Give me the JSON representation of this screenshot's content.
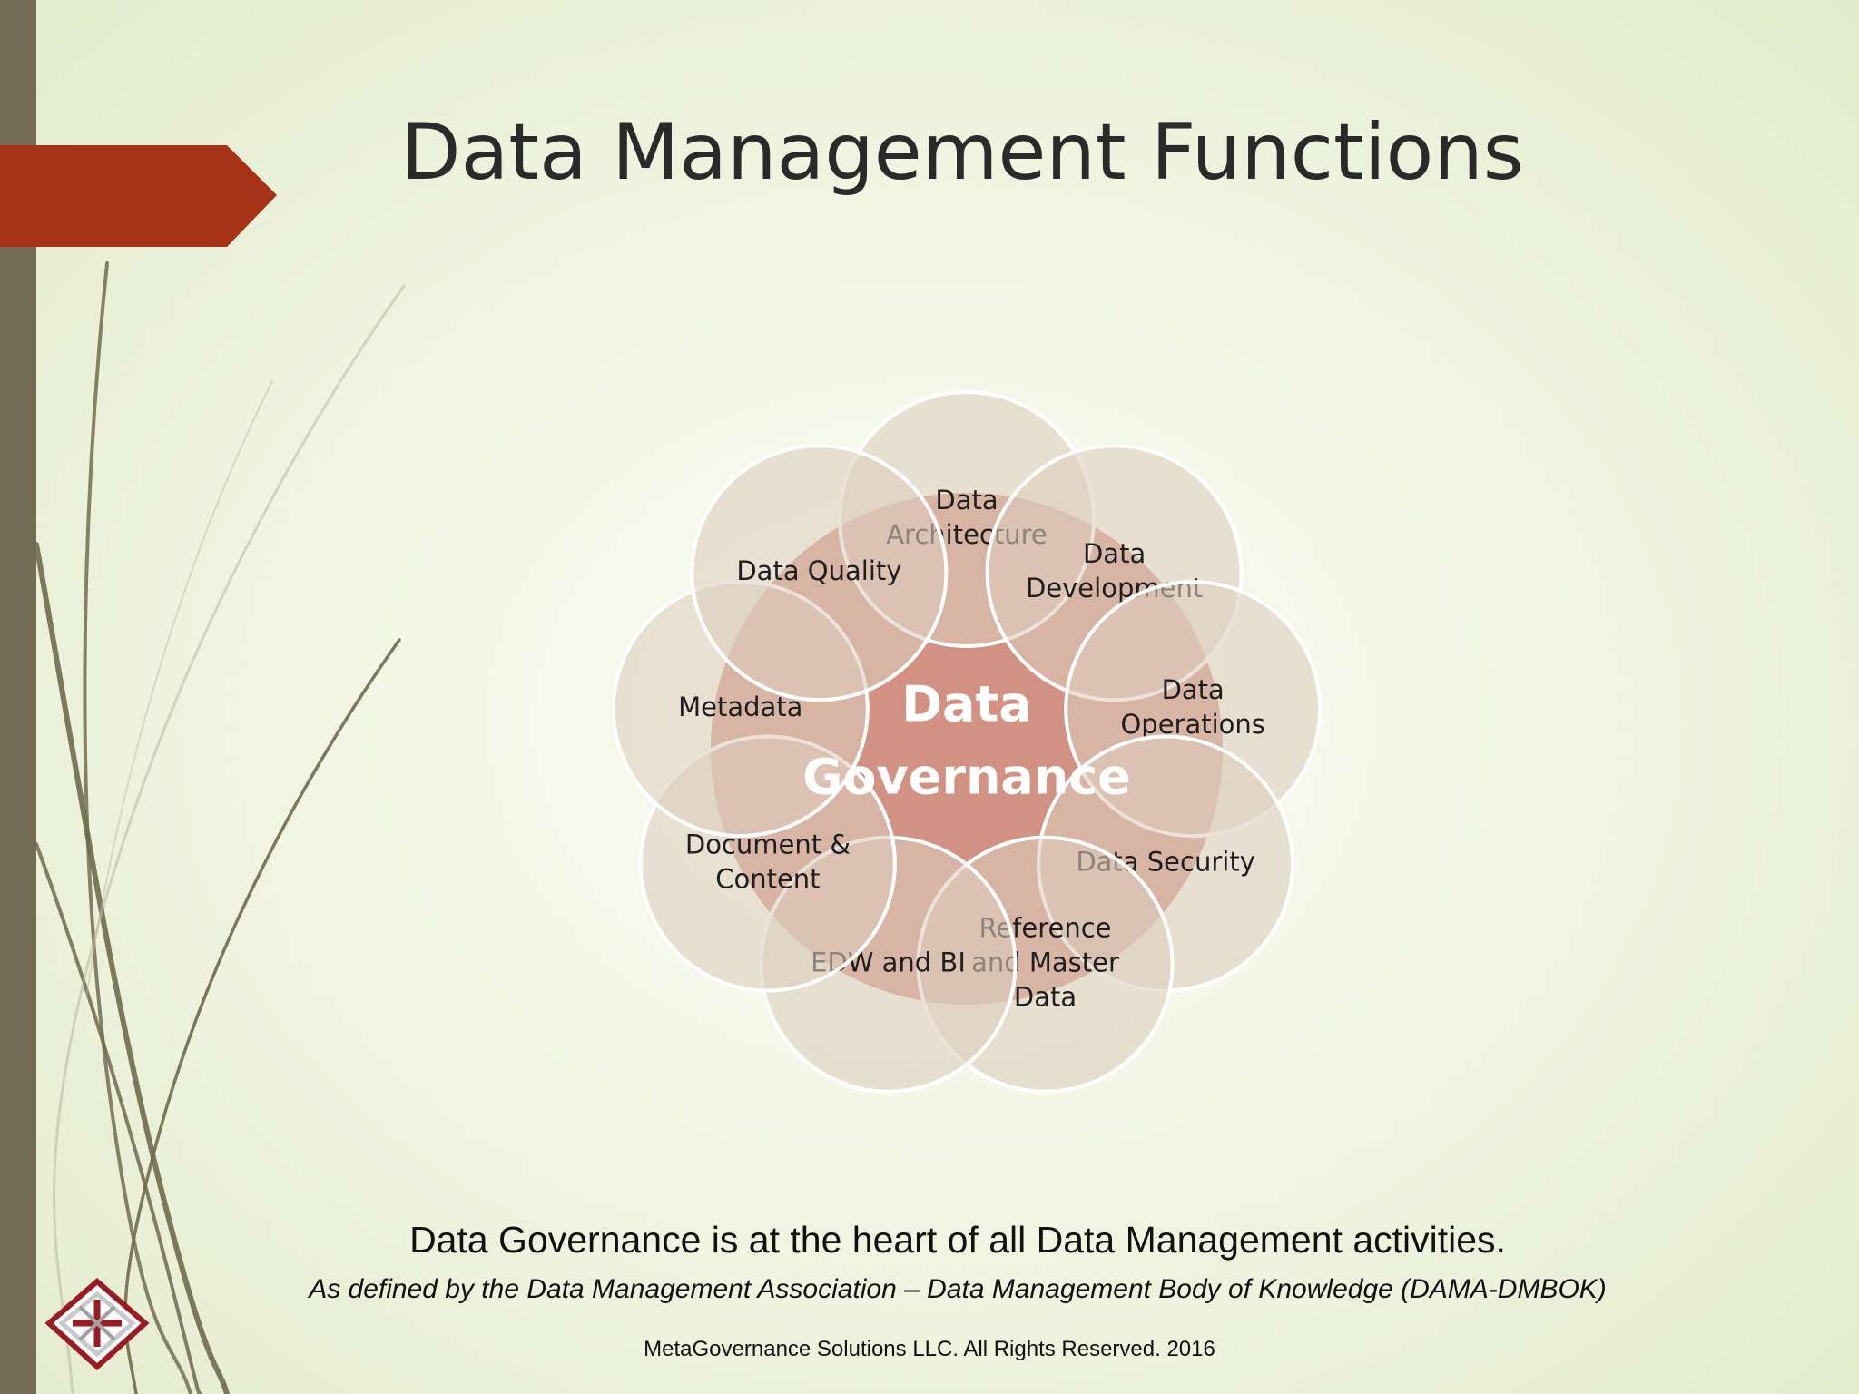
{
  "slide": {
    "title": "Data Management Functions",
    "caption": "Data Governance is at the heart of all Data Management activities.",
    "subcaption": "As defined by the Data Management Association – Data Management Body of Knowledge (DAMA-DMBOK)",
    "footer": "MetaGovernance Solutions LLC. All Rights Reserved. 2016"
  },
  "diagram": {
    "center": {
      "lines": [
        "Data",
        "Governance"
      ]
    },
    "functions": [
      {
        "id": "data-architecture",
        "lines": [
          "Data",
          "Architecture"
        ]
      },
      {
        "id": "data-development",
        "lines": [
          "Data",
          "Development"
        ]
      },
      {
        "id": "data-operations",
        "lines": [
          "Data",
          "Operations"
        ]
      },
      {
        "id": "data-security",
        "lines": [
          "Data Security"
        ]
      },
      {
        "id": "reference-master-data",
        "lines": [
          "Reference",
          "and Master",
          "Data"
        ]
      },
      {
        "id": "edw-bi",
        "lines": [
          "EDW and BI"
        ]
      },
      {
        "id": "document-content",
        "lines": [
          "Document &",
          "Content"
        ]
      },
      {
        "id": "metadata",
        "lines": [
          "Metadata"
        ]
      },
      {
        "id": "data-quality",
        "lines": [
          "Data Quality"
        ]
      }
    ]
  },
  "colors": {
    "center_fill": "#cc8577",
    "petal_fill": "#ddcdbe",
    "accent_arrow": "#a63218",
    "left_bar": "#726c55",
    "decor_lines": "#6f6a4e"
  },
  "icons": {
    "logo": "metagovernance-logo"
  }
}
